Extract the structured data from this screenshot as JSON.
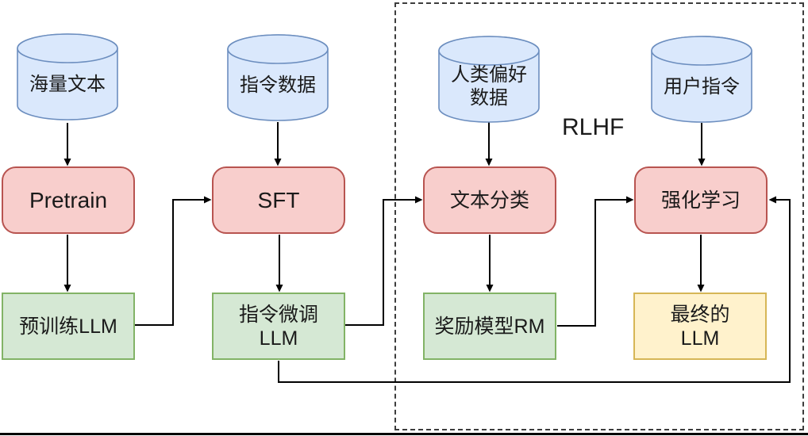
{
  "diagram": {
    "rlhf_label": "RLHF",
    "columns": [
      {
        "stage": "pretrain",
        "data_store": "海量文本",
        "process": "Pretrain",
        "output": "预训练LLM"
      },
      {
        "stage": "sft",
        "data_store": "指令数据",
        "process": "SFT",
        "output": "指令微调\nLLM"
      },
      {
        "stage": "reward-model",
        "data_store": "人类偏好\n数据",
        "process": "文本分类",
        "output": "奖励模型RM"
      },
      {
        "stage": "rl",
        "data_store": "用户指令",
        "process": "强化学习",
        "output": "最终的\nLLM"
      }
    ],
    "edges": [
      {
        "from": "海量文本",
        "to": "Pretrain"
      },
      {
        "from": "Pretrain",
        "to": "预训练LLM"
      },
      {
        "from": "预训练LLM",
        "to": "SFT"
      },
      {
        "from": "指令数据",
        "to": "SFT"
      },
      {
        "from": "SFT",
        "to": "指令微调LLM"
      },
      {
        "from": "指令微调LLM",
        "to": "文本分类"
      },
      {
        "from": "人类偏好数据",
        "to": "文本分类"
      },
      {
        "from": "文本分类",
        "to": "奖励模型RM"
      },
      {
        "from": "奖励模型RM",
        "to": "强化学习"
      },
      {
        "from": "用户指令",
        "to": "强化学习"
      },
      {
        "from": "指令微调LLM",
        "to": "强化学习"
      },
      {
        "from": "强化学习",
        "to": "最终的LLM"
      }
    ],
    "colors": {
      "datastore_fill": "#dae8fc",
      "datastore_stroke": "#6c8ebf",
      "process_fill": "#f8cecc",
      "process_stroke": "#b85450",
      "output_fill": "#d5e8d4",
      "output_stroke": "#82b366",
      "final_fill": "#fff2cc",
      "final_stroke": "#d6b656",
      "connector": "#000000",
      "border": "#3d3d3d",
      "baseline": "#000000",
      "text": "#1a1a1a"
    }
  }
}
